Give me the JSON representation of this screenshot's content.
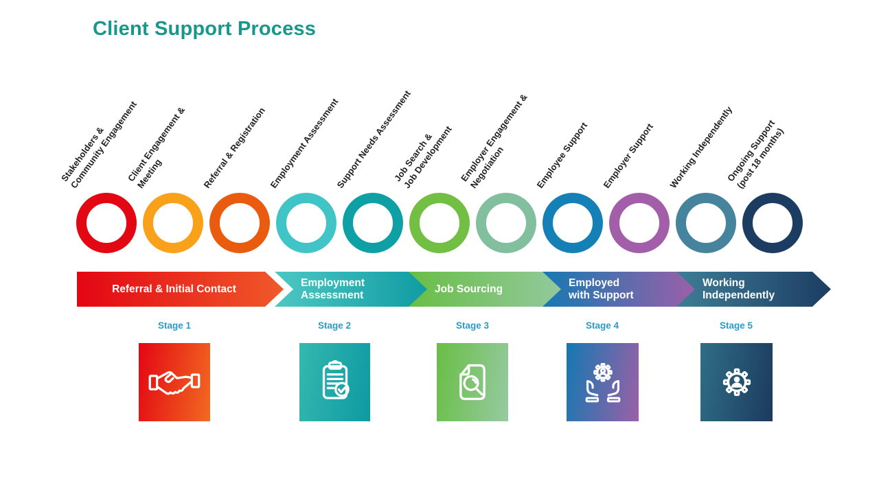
{
  "title": "Client Support Process",
  "colors": {
    "title": "#17988B",
    "stage_label": "#2B9AC7",
    "step_label_text": "#1F1F1F",
    "arrow_text": "#FFFFFF",
    "background": "#FFFFFF"
  },
  "steps": [
    {
      "label": "Stakeholders &\nCommunity Engagement",
      "color": "#E30613"
    },
    {
      "label": "Client Engagement &\nMeeting",
      "color": "#F9A11B"
    },
    {
      "label": "Referral & Registration",
      "color": "#E95C0F"
    },
    {
      "label": "Employment Assessment",
      "color": "#41C4C6"
    },
    {
      "label": "Support Needs Assessment",
      "color": "#0FA0A5"
    },
    {
      "label": "Job Search &\nJob Development",
      "color": "#72BF44"
    },
    {
      "label": "Employer Engagement &\nNegotiation",
      "color": "#82BF9E"
    },
    {
      "label": "Employee Support",
      "color": "#1580B5"
    },
    {
      "label": "Employer Support",
      "color": "#A25EA8"
    },
    {
      "label": "Working Independently",
      "color": "#46839D"
    },
    {
      "label": "Ongoing Support\n(post 18 months)",
      "color": "#1D3C61"
    }
  ],
  "arrows": [
    {
      "label": "Referral & Initial Contact",
      "color_from": "#E30613",
      "color_to": "#F0592A"
    },
    {
      "label": "Employment\nAssessment",
      "color_from": "#4EC7C3",
      "color_to": "#0D9BA2"
    },
    {
      "label": "Job Sourcing",
      "color_from": "#69BE45",
      "color_to": "#93C9A0"
    },
    {
      "label": "Employed\nwith Support",
      "color_from": "#1579B2",
      "color_to": "#9E5FA7"
    },
    {
      "label": "Working\nIndependently",
      "color_from": "#3E7D96",
      "color_to": "#1C3D63"
    }
  ],
  "stages": [
    {
      "label": "Stage 1",
      "icon": "handshake-icon",
      "color_from": "#E30613",
      "color_to": "#F26A21"
    },
    {
      "label": "Stage 2",
      "icon": "clipboard-check-icon",
      "color_from": "#35B8AE",
      "color_to": "#0D9AA3"
    },
    {
      "label": "Stage 3",
      "icon": "document-search-icon",
      "color_from": "#69BE45",
      "color_to": "#96CAA2"
    },
    {
      "label": "Stage 4",
      "icon": "hands-gear-person-icon",
      "color_from": "#1478B2",
      "color_to": "#9C60A6"
    },
    {
      "label": "Stage 5",
      "icon": "gear-person-icon",
      "color_from": "#2F6E86",
      "color_to": "#1C3A5E"
    }
  ]
}
